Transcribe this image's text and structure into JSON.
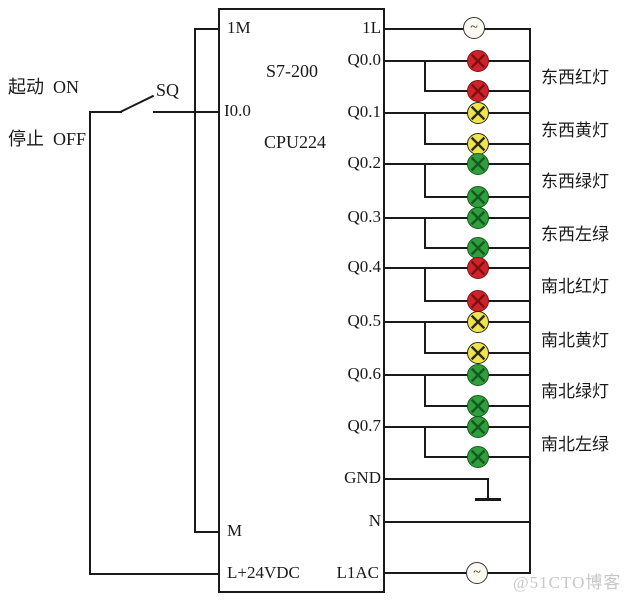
{
  "diagram": {
    "plc": {
      "model": "S7-200",
      "cpu": "CPU224",
      "left_pins": [
        "1M",
        "I0.0",
        "M",
        "L+24VDC"
      ],
      "right_pins": [
        "1L",
        "Q0.0",
        "Q0.1",
        "Q0.2",
        "Q0.3",
        "Q0.4",
        "Q0.5",
        "Q0.6",
        "Q0.7",
        "GND",
        "N",
        "L1AC"
      ]
    },
    "input_section": {
      "start_label": "起动  ON",
      "stop_label": "停止  OFF",
      "switch_label": "SQ"
    },
    "lamp_groups": [
      {
        "output": "Q0.0",
        "label": "东西红灯",
        "color_name": "red",
        "fill": "#cf2329",
        "cross": "#7c1115"
      },
      {
        "output": "Q0.1",
        "label": "东西黄灯",
        "color_name": "yellow",
        "fill": "#f0e44c",
        "cross": "#2a2a18"
      },
      {
        "output": "Q0.2",
        "label": "东西绿灯",
        "color_name": "green",
        "fill": "#2f9e3c",
        "cross": "#145a1d"
      },
      {
        "output": "Q0.3",
        "label": "东西左绿",
        "color_name": "green",
        "fill": "#2f9e3c",
        "cross": "#145a1d"
      },
      {
        "output": "Q0.4",
        "label": "南北红灯",
        "color_name": "red",
        "fill": "#cf2329",
        "cross": "#7c1115"
      },
      {
        "output": "Q0.5",
        "label": "南北黄灯",
        "color_name": "yellow",
        "fill": "#f0e44c",
        "cross": "#2a2a18"
      },
      {
        "output": "Q0.6",
        "label": "南北绿灯",
        "color_name": "green",
        "fill": "#2f9e3c",
        "cross": "#145a1d"
      },
      {
        "output": "Q0.7",
        "label": "南北左绿",
        "color_name": "green",
        "fill": "#2f9e3c",
        "cross": "#145a1d"
      }
    ],
    "power": {
      "ac_symbol": "~",
      "wire_color": "#1a1a1a"
    },
    "watermark": "@51CTO博客"
  }
}
